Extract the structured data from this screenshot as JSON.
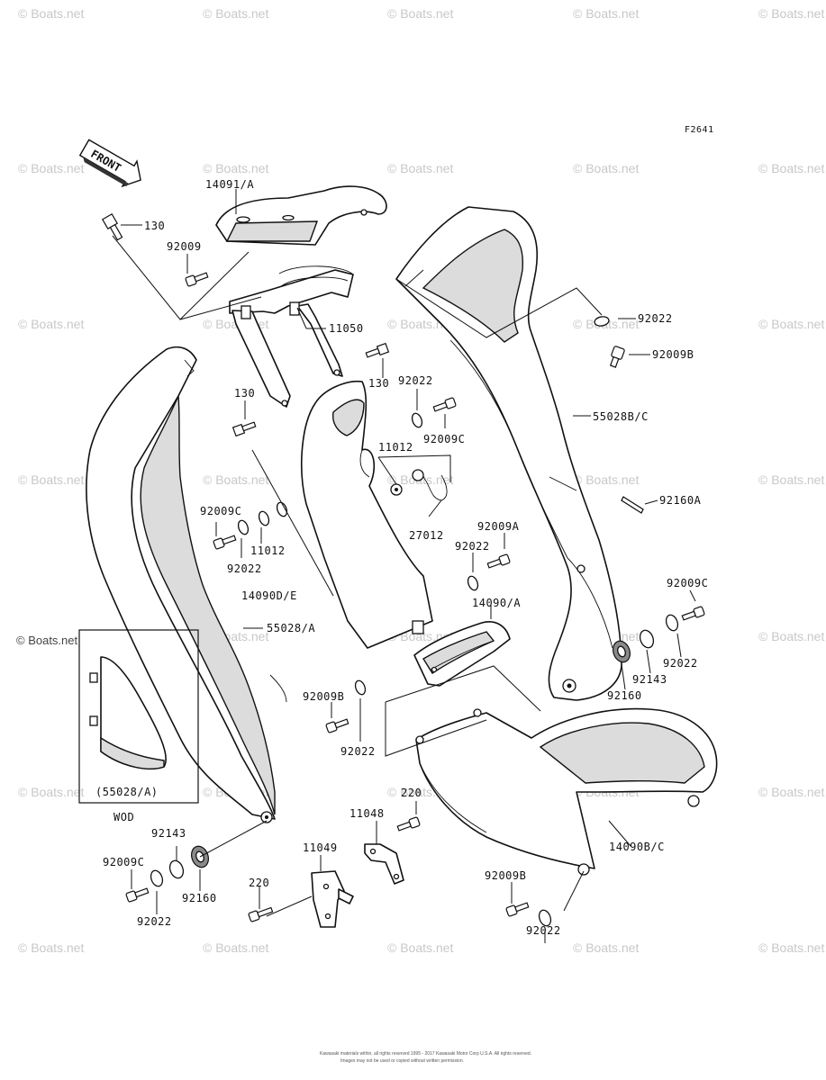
{
  "diagram": {
    "code": "F2641",
    "front_label": "FRONT",
    "watermark": "© Boats.net",
    "inset": {
      "watermark": "© Boats.net",
      "caption": "(55028/A)",
      "note": "WOD"
    },
    "footer": {
      "line1": "Kawasaki materials within, all rights reserved 1995 - 2017 Kawasaki Motor Corp U.S.A. All rights reserved.",
      "line2": "Images may not be used or copied without written permission."
    },
    "labels": {
      "p14091A": "14091/A",
      "p130a": "130",
      "p92009a": "92009",
      "p11050": "11050",
      "p130b": "130",
      "p130c": "130",
      "p92022a": "92022",
      "p92009Ca": "92009C",
      "p11012a": "11012",
      "p27012": "27012",
      "p92009Cb": "92009C",
      "p11012b": "11012",
      "p92022b": "92022",
      "p92022c": "92022",
      "p92009A": "92009A",
      "p14090DE": "14090D/E",
      "p14090A": "14090/A",
      "p55028A": "55028/A",
      "p92022d": "92022",
      "p92009Ba": "92009B",
      "p55028BC": "55028B/C",
      "p92160A": "92160A",
      "p92009Cc": "92009C",
      "p92022e": "92022",
      "p92143a": "92143",
      "p92160a": "92160",
      "p92009Bb": "92009B",
      "p92022f": "92022",
      "p220a": "220",
      "p11048": "11048",
      "p14090BC": "14090B/C",
      "p11049": "11049",
      "p220b": "220",
      "p92143b": "92143",
      "p92009Cd": "92009C",
      "p92160b": "92160",
      "p92022g": "92022",
      "p92009Bc": "92009B",
      "p92022h": "92022"
    }
  }
}
